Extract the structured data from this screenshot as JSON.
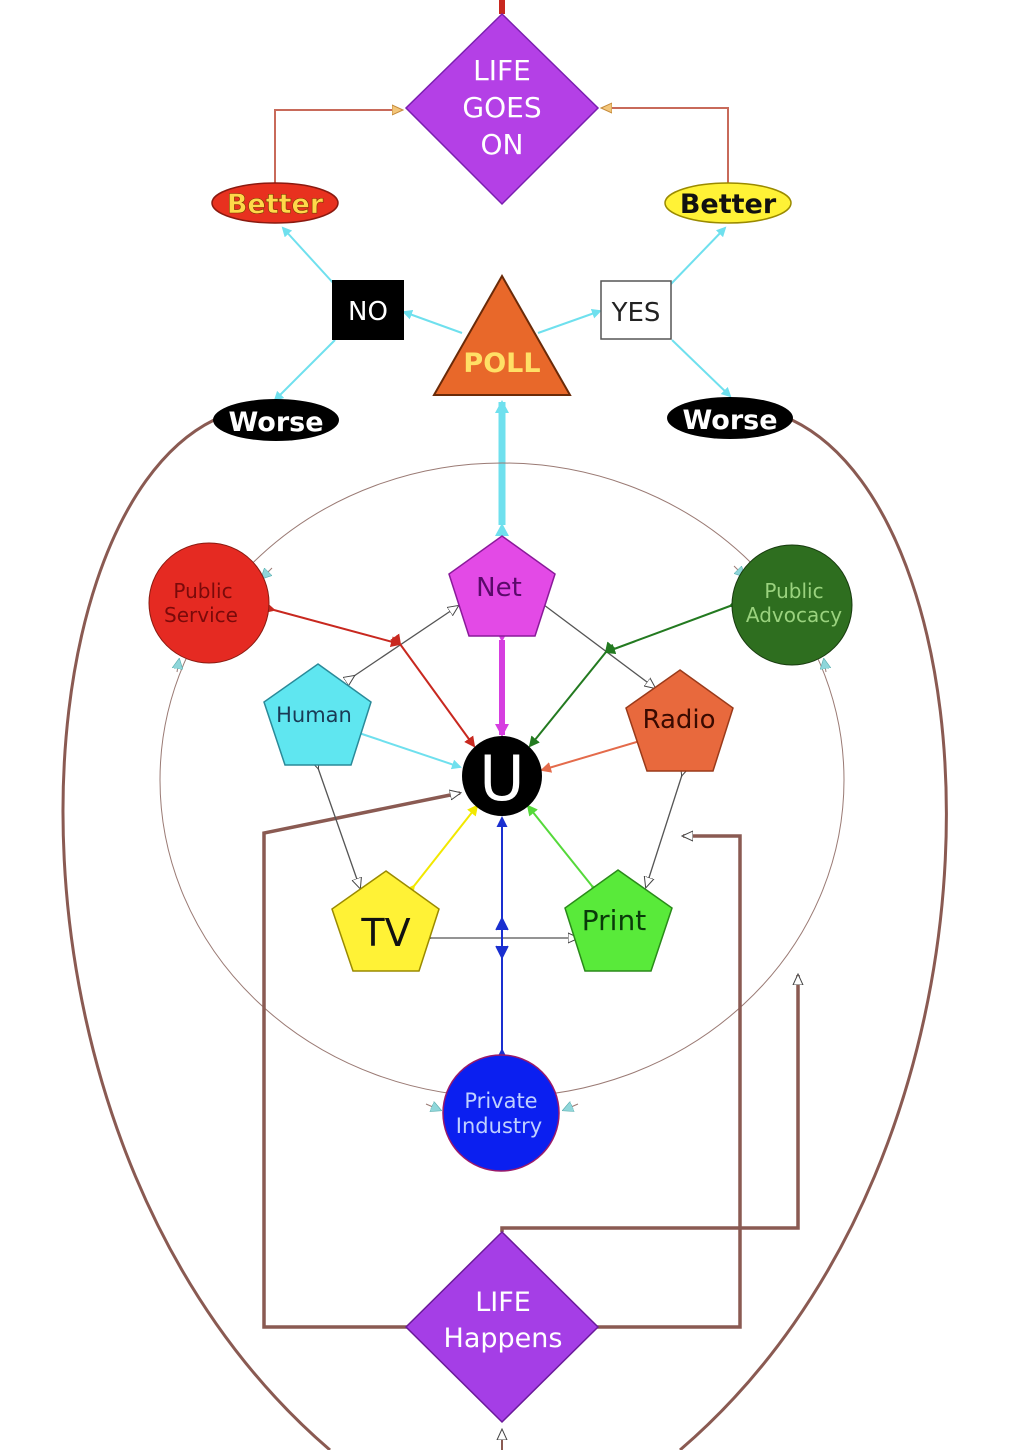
{
  "diagram": {
    "nodes": {
      "life_goes_on": {
        "label": [
          "LIFE",
          "GOES",
          "ON"
        ],
        "color": "#b440e6"
      },
      "better_left": {
        "label": "Better",
        "color": "#e8311f",
        "text_color": "#ffd84a"
      },
      "better_right": {
        "label": "Better",
        "color": "#fff236",
        "text_color": "#111111"
      },
      "no_box": {
        "label": "NO",
        "color": "#000000"
      },
      "yes_box": {
        "label": "YES",
        "color": "#ffffff"
      },
      "poll": {
        "label": "POLL",
        "color": "#e8682a",
        "text_color": "#ffe066"
      },
      "worse_left": {
        "label": "Worse",
        "color": "#000000"
      },
      "worse_right": {
        "label": "Worse",
        "color": "#000000"
      },
      "public_service": {
        "label": [
          "Public",
          "Service"
        ],
        "color": "#e52a22"
      },
      "public_advocacy": {
        "label": [
          "Public",
          "Advocacy"
        ],
        "color": "#2e6e1f"
      },
      "net": {
        "label": "Net",
        "color": "#e34ae6"
      },
      "human": {
        "label": "Human",
        "color": "#5fe6f0"
      },
      "radio": {
        "label": "Radio",
        "color": "#e8693d"
      },
      "u": {
        "label": "U",
        "color": "#000000"
      },
      "tv": {
        "label": "TV",
        "color": "#fff236"
      },
      "print": {
        "label": "Print",
        "color": "#59ea3a"
      },
      "private_industry": {
        "label": [
          "Private",
          "Industry"
        ],
        "color": "#0b1ff0"
      },
      "life_happens": {
        "label": [
          "LIFE",
          "Happens"
        ],
        "color": "#a53ee6"
      }
    },
    "colors": {
      "loop_brown": "#8a5a52",
      "cyan_arrow": "#6fe0ee",
      "gray_ring": "#9a7a74"
    }
  }
}
